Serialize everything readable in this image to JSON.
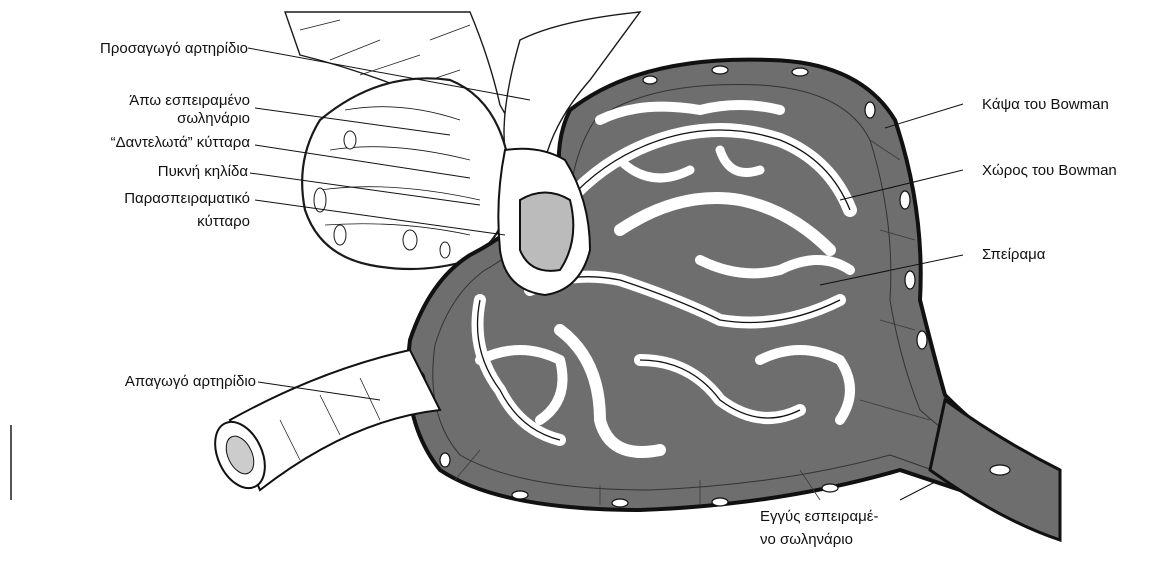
{
  "labels": {
    "afferent": "Προσαγωγό αρτηρίδιο",
    "distal_1": "Άπω εσπειραμένο",
    "distal_2": "σωληνάριο",
    "lacis": "“Δαντελωτά” κύτταρα",
    "macula": "Πυκνή κηλίδα",
    "juxta_1": "Παρασπειραματικό",
    "juxta_2": "κύτταρο",
    "efferent": "Απαγωγό αρτηρίδιο",
    "capsule": "Κάψα του Bowman",
    "space": "Χώρος του Bowman",
    "glomerulus": "Σπείραμα",
    "proximal_1": "Εγγύς εσπειραμέ-",
    "proximal_2": "νο σωληνάριο"
  },
  "colors": {
    "line": "#1a1a1a",
    "space_fill": "#6e6e6e",
    "cell_fill": "#ffffff"
  }
}
